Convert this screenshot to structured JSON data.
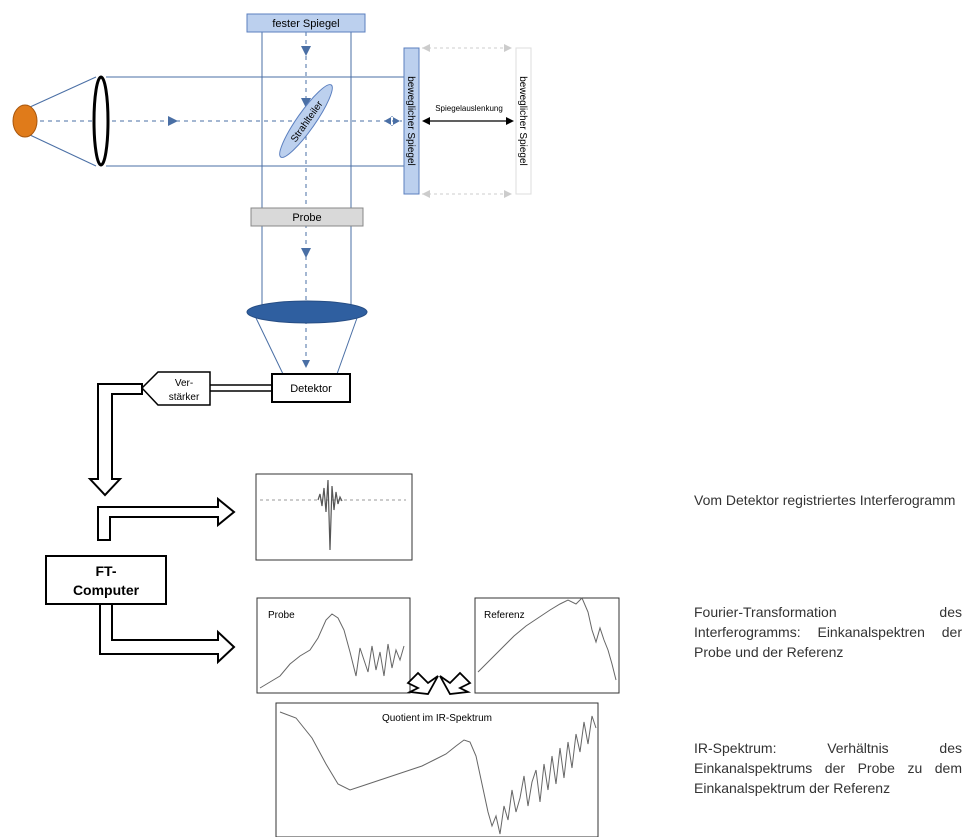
{
  "labels": {
    "fixed_mirror": "fester Spiegel",
    "beam_splitter": "Strahlteiler",
    "movable_mirror": "beweglicher Spiegel",
    "movable_mirror_displaced": "beweglicher Spiegel",
    "mirror_displacement": "Spiegelauslenkung",
    "sample": "Probe",
    "detector": "Detektor",
    "amplifier_line1": "Ver-",
    "amplifier_line2": "stärker",
    "computer_line1": "FT-",
    "computer_line2": "Computer",
    "panel_sample": "Probe",
    "panel_reference": "Referenz",
    "panel_quotient": "Quotient im IR-Spektrum"
  },
  "descriptions": {
    "interferogram": "Vom Detektor registriertes Interferogramm",
    "fourier": "Fourier-Transformation des Interferogramms: Einkanalspektren der Probe und der Referenz",
    "ir_spectrum": "IR-Spektrum: Verhältnis des Einkanalspektrums der Probe zu dem Einkanalspektrum der Referenz"
  },
  "colors": {
    "beam": "#4a6fa5",
    "source": "#e07b1a",
    "lens": "#2f5fa0",
    "mirror_fill": "#bcd0ee",
    "mirror_stroke": "#5b7fbf",
    "box_gray": "#d9d9d9"
  }
}
